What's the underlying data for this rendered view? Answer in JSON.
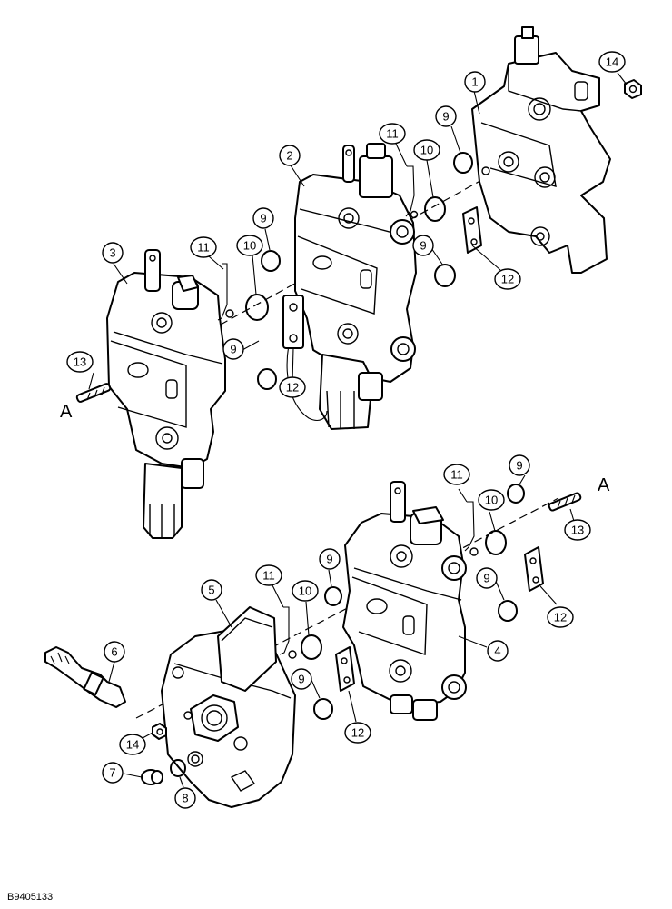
{
  "callouts": {
    "c1": "1",
    "c2": "2",
    "c3": "3",
    "c4": "4",
    "c5": "5",
    "c6": "6",
    "c7": "7",
    "c8": "8",
    "c9a": "9",
    "c9b": "9",
    "c9c": "9",
    "c9d": "9",
    "c9e": "9",
    "c9f": "9",
    "c9g": "9",
    "c9h": "9",
    "c10a": "10",
    "c10b": "10",
    "c10c": "10",
    "c10d": "10",
    "c11a": "11",
    "c11b": "11",
    "c11c": "11",
    "c11d": "11",
    "c12a": "12",
    "c12b": "12",
    "c12c": "12",
    "c12d": "12",
    "c13a": "13",
    "c13b": "13",
    "c14a": "14",
    "c14b": "14"
  },
  "reference_marks": {
    "left": "A",
    "right": "A"
  },
  "figure_code": "B9405133"
}
